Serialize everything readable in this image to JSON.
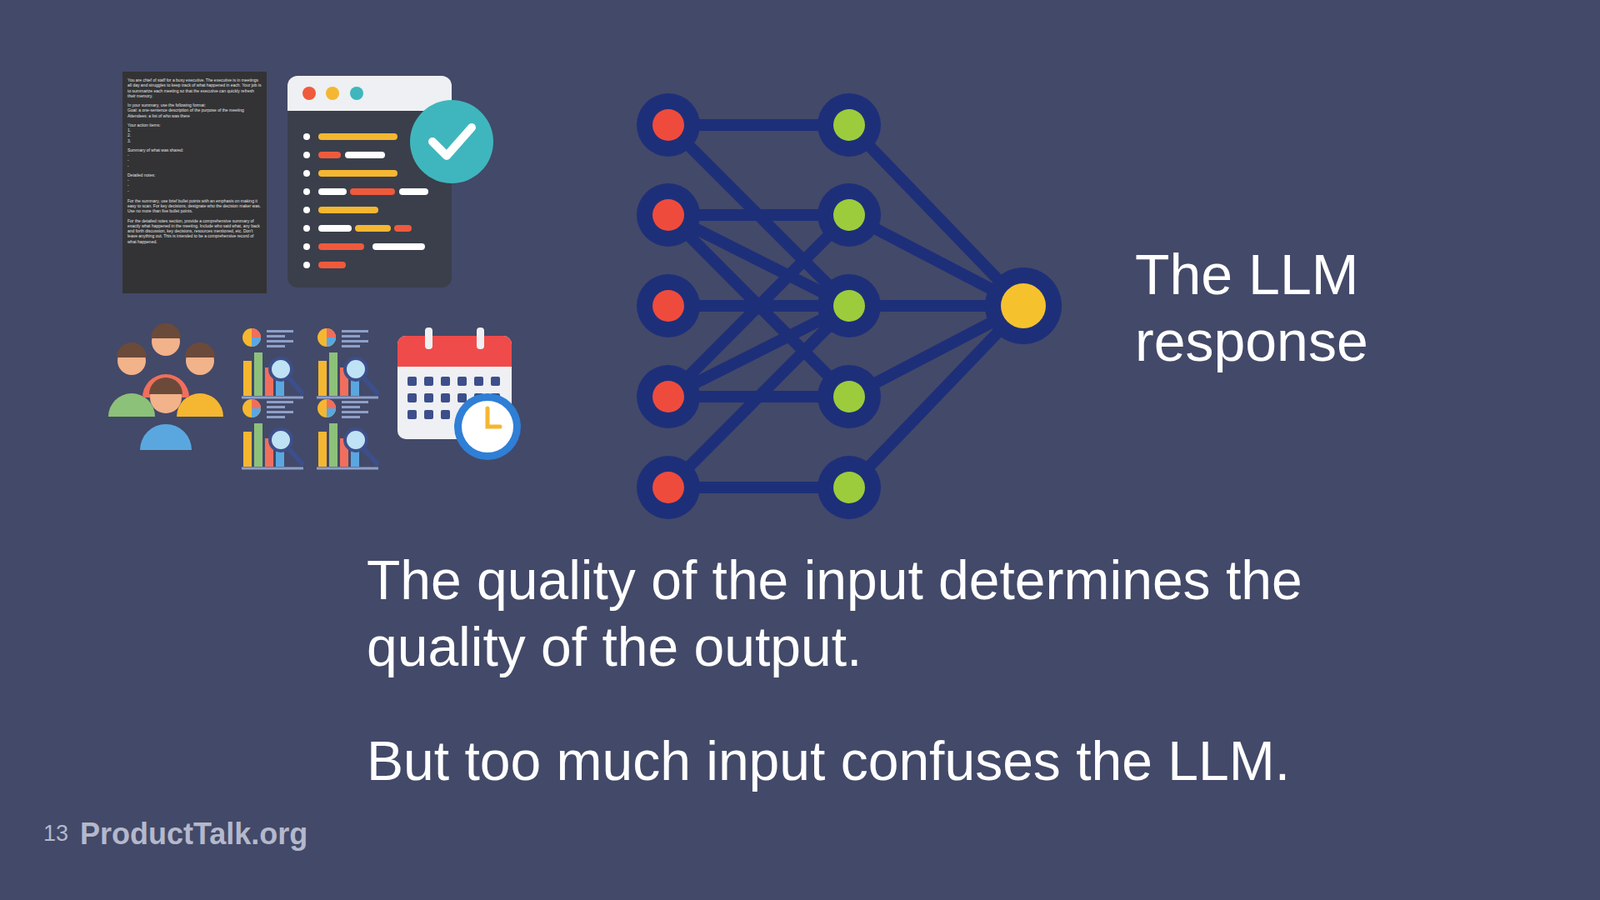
{
  "diagram": {
    "labels": [
      "You are chief of staff for a busy executive. The executive is in meetings all day and struggles to keep track of what happened in each. Your job is to summarize each meeting so that the executive can quickly refresh their memory.",
      "In your summary, use the following format:",
      "Goal: a one-sentence description of the purpose of the meeting",
      "Attendees: a list of who was there",
      "Your action items:",
      "1.",
      "2.",
      "3.",
      "Summary of what was shared:",
      "-",
      "-",
      "-",
      "Detailed notes:",
      "-",
      "-",
      "-",
      "For the summary, use brief bullet points with an emphasis on making it easy to scan. For key decisions, designate who the decision maker was. Use no more than five bullet points.",
      "For the detailed notes section, provide a comprehensive summary of exactly what happened in the meeting. Include who said what, any back and forth discussion, key decisions, resources mentioned, etc. Don't leave anything out. This is intended to be a comprehensive record of what happened.",
      "The LLM response",
      "The quality of the input determines the quality of the output.",
      "But too much input confuses the LLM.",
      "13",
      "ProductTalk.org"
    ]
  }
}
